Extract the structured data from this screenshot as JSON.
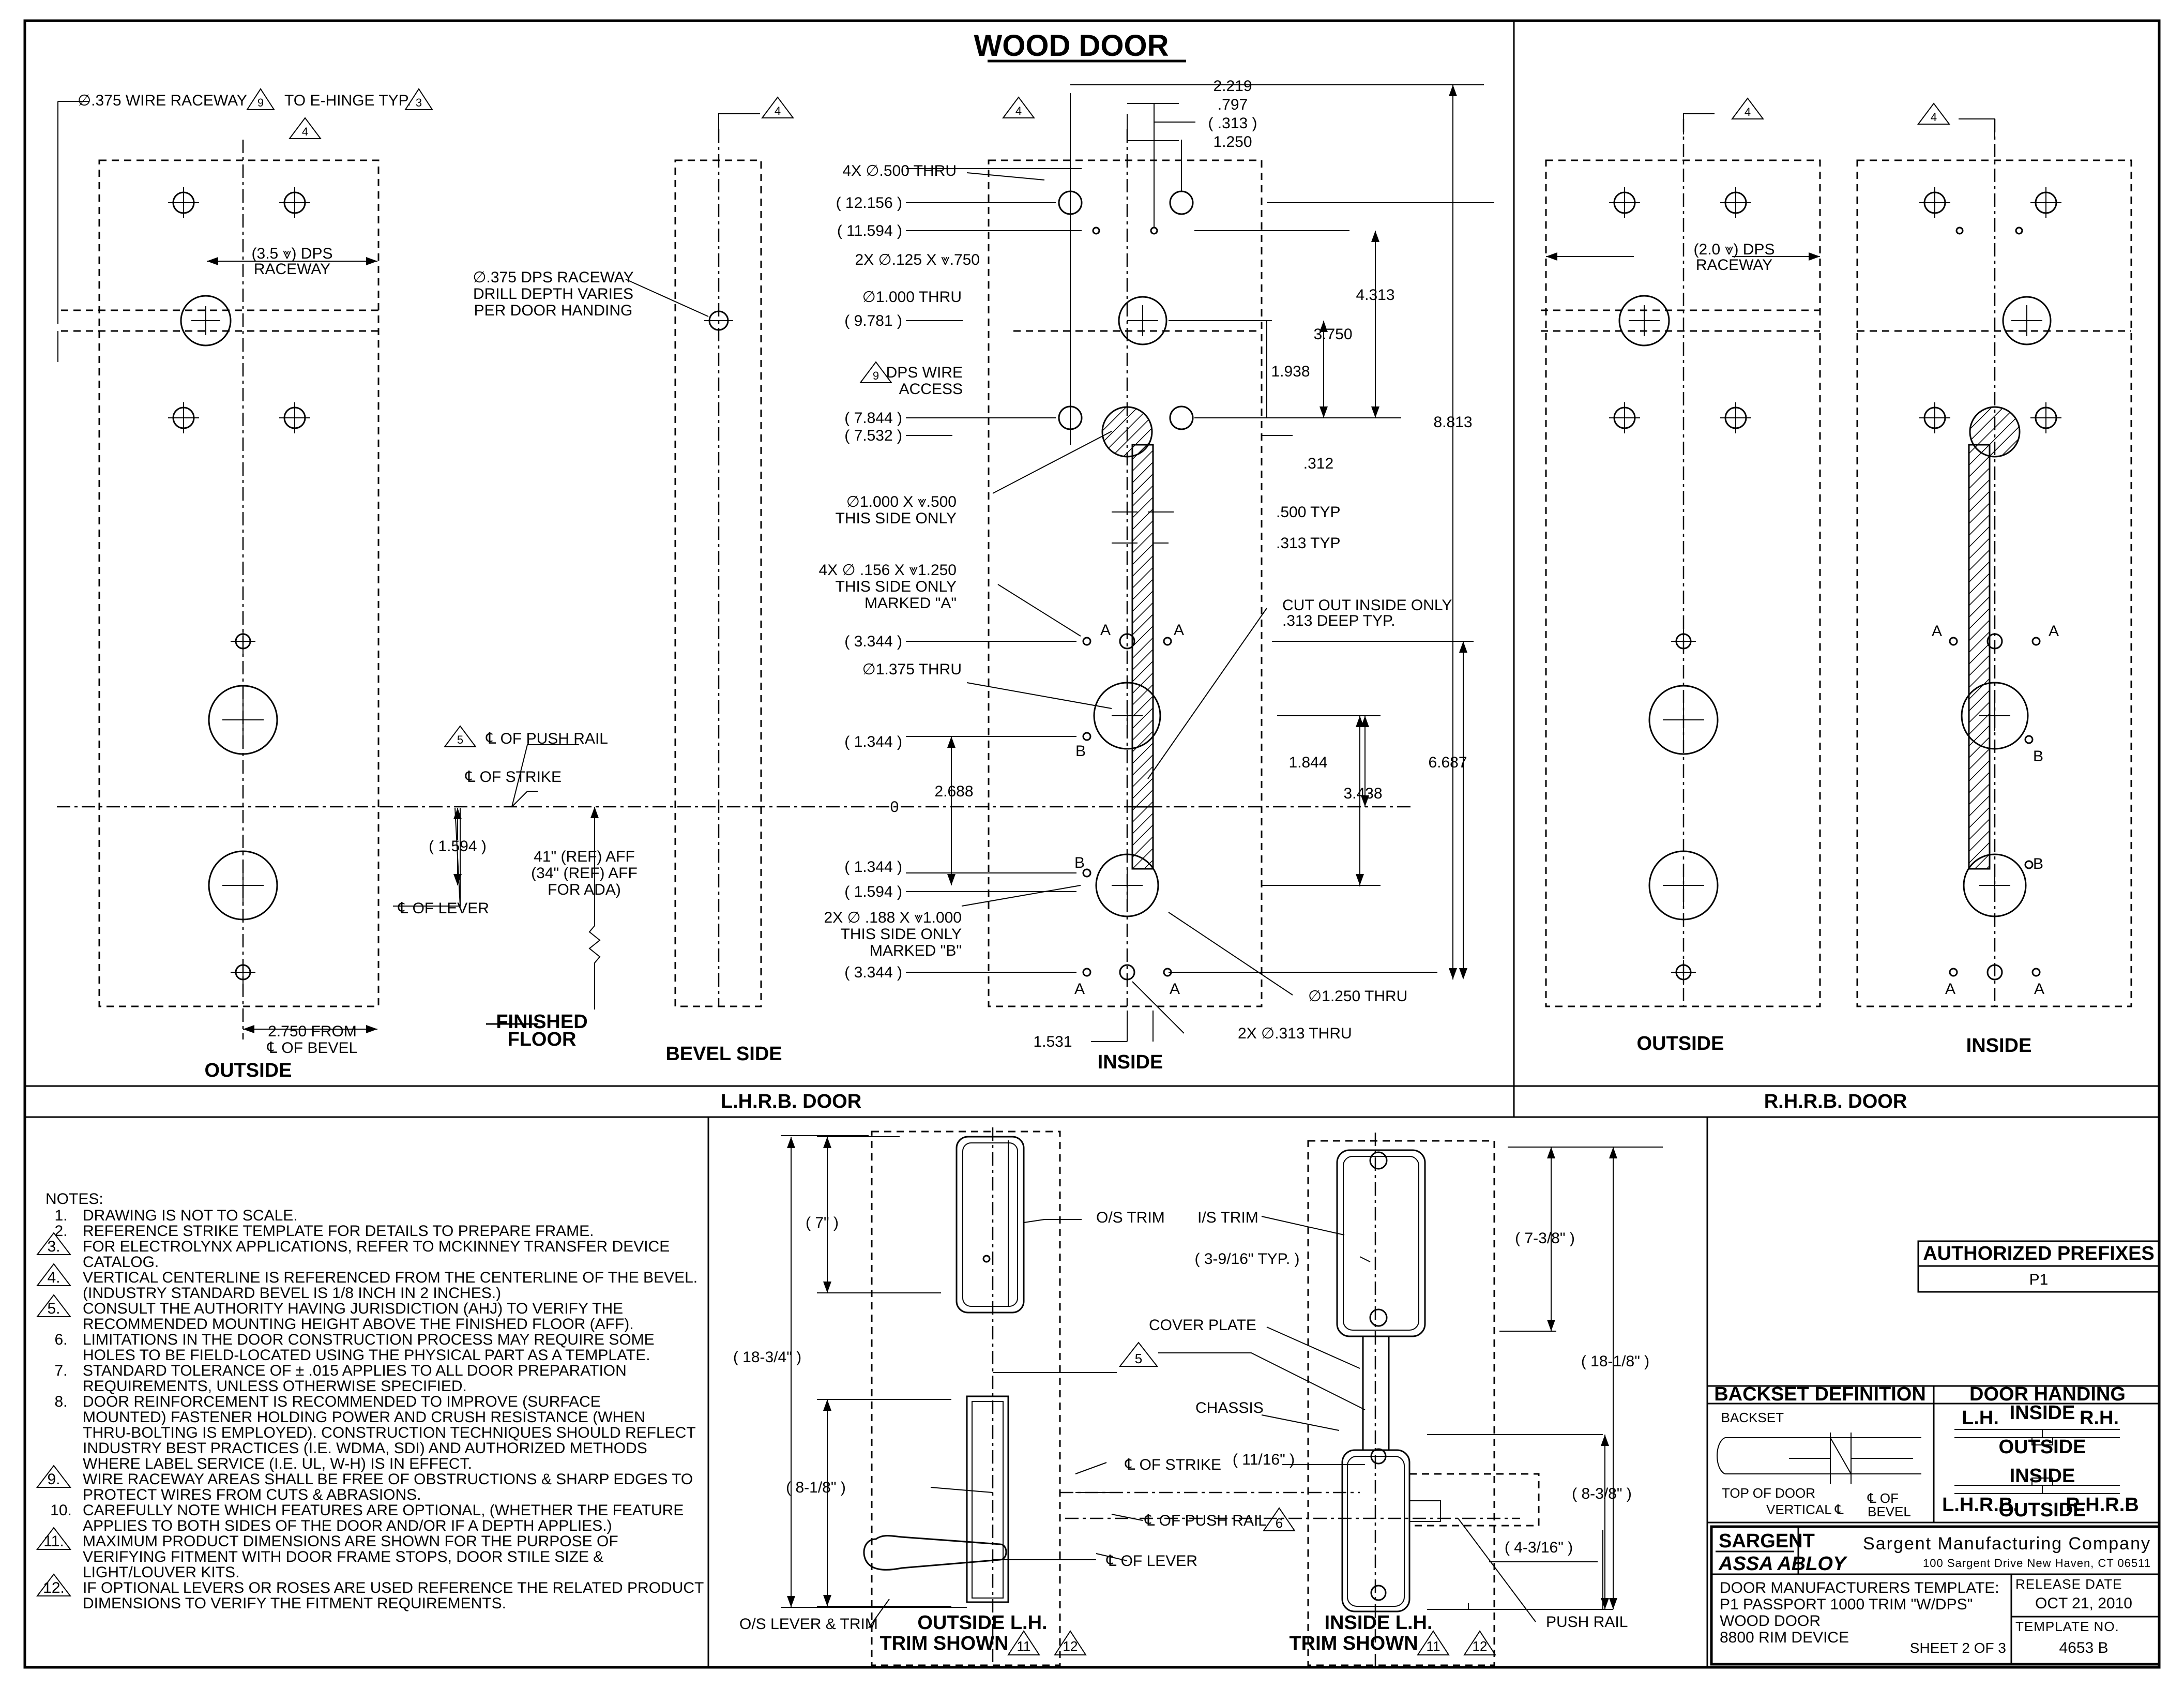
{
  "title": "WOOD DOOR",
  "sections": {
    "lhrb": "L.H.R.B. DOOR",
    "rhrb": "R.H.R.B. DOOR"
  },
  "views": {
    "outside": "OUTSIDE",
    "bevel_side": "BEVEL SIDE",
    "inside": "INSIDE",
    "rh_outside": "OUTSIDE",
    "rh_inside": "INSIDE"
  },
  "outside_view": {
    "wire_raceway": "∅.375 WIRE RACEWAY",
    "wire_raceway_note": "9",
    "to_ehinge": "TO E-HINGE TYP.",
    "to_ehinge_note": "3",
    "cl_note": "4",
    "dps_raceway_line1": "(3.5 ⩔) DPS",
    "dps_raceway_line2": "RACEWAY",
    "backset_line1": "2.750 FROM",
    "backset_line2": "℄ OF BEVEL"
  },
  "bevel_view": {
    "cl_note": "4",
    "dps_line1": "∅.375 DPS RACEWAY",
    "dps_line2": "DRILL DEPTH VARIES",
    "dps_line3": "PER DOOR HANDING",
    "push_rail_note": "5",
    "cl_push_rail": "℄ OF PUSH RAIL",
    "cl_strike": "℄ OF STRIKE",
    "dim_1594": "( 1.594 )",
    "cl_lever": "℄ OF LEVER",
    "aff_line1": "41\" (REF) AFF",
    "aff_line2": "(34\" (REF) AFF",
    "aff_line3": "FOR ADA)",
    "finished_floor_1": "FINISHED",
    "finished_floor_2": "FLOOR"
  },
  "inside_view": {
    "cl_note": "4",
    "top_dims": [
      "2.219",
      ".797",
      "( .313 )",
      "1.250"
    ],
    "hole_4x": "4X ∅.500 THRU",
    "y_12156": "( 12.156 )",
    "y_11594": "( 11.594 )",
    "hole_2x_125": "2X ∅.125 X ⩔.750",
    "hole_1000": "∅1.000 THRU",
    "y_9781": "( 9.781 )",
    "dps_wire_note": "9",
    "dps_wire_1": "DPS WIRE",
    "dps_wire_2": "ACCESS",
    "y_7844": "( 7.844 )",
    "y_7532": "( 7.532 )",
    "hole_1000_500_1": "∅1.000 X ⩔.500",
    "hole_1000_500_2": "THIS SIDE ONLY",
    "hole_156_1": "4X ∅ .156 X ⩔1.250",
    "hole_156_2": "THIS SIDE ONLY",
    "hole_156_3": "MARKED \"A\"",
    "y_3344a": "( 3.344 )",
    "hole_1375": "∅1.375 THRU",
    "y_1344a": "( 1.344 )",
    "dim_2688": "2.688",
    "zero": "0",
    "y_1344b": "( 1.344 )",
    "y_1594": "( 1.594 )",
    "hole_188_1": "2X ∅ .188 X ⩔1.000",
    "hole_188_2": "THIS SIDE ONLY",
    "hole_188_3": "MARKED \"B\"",
    "y_3344b": "( 3.344 )",
    "dim_1531": "1.531",
    "dim_4313": "4.313",
    "dim_3750": "3.750",
    "dim_1938": "1.938",
    "dim_312": ".312",
    "dim_8813": "8.813",
    "dim_500typ": ".500 TYP",
    "dim_313typ": ".313 TYP",
    "cutout_1": "CUT OUT INSIDE ONLY",
    "cutout_2": ".313 DEEP TYP.",
    "dim_1844": "1.844",
    "dim_6687": "6.687",
    "dim_3438": "3.438",
    "hole_1250": "∅1.250 THRU",
    "hole_313": "2X ∅.313 THRU",
    "mark_a": "A",
    "mark_b": "B"
  },
  "rh_view": {
    "cl_note": "4",
    "dps_line1": "(2.0 ⩔) DPS",
    "dps_line2": "RACEWAY"
  },
  "notes": {
    "heading": "NOTES:",
    "items": [
      {
        "num": "1.",
        "tri": false,
        "lines": [
          "DRAWING IS NOT TO SCALE."
        ]
      },
      {
        "num": "2.",
        "tri": false,
        "lines": [
          "REFERENCE STRIKE TEMPLATE FOR DETAILS TO PREPARE FRAME."
        ]
      },
      {
        "num": "3.",
        "tri": true,
        "lines": [
          "FOR ELECTROLYNX APPLICATIONS, REFER TO MCKINNEY TRANSFER DEVICE",
          "CATALOG."
        ]
      },
      {
        "num": "4.",
        "tri": true,
        "lines": [
          "VERTICAL CENTERLINE IS REFERENCED FROM THE CENTERLINE OF THE BEVEL.",
          "(INDUSTRY STANDARD BEVEL IS 1/8 INCH IN 2 INCHES.)"
        ]
      },
      {
        "num": "5.",
        "tri": true,
        "lines": [
          "CONSULT THE AUTHORITY HAVING JURISDICTION (AHJ) TO VERIFY THE",
          "RECOMMENDED MOUNTING HEIGHT ABOVE THE FINISHED FLOOR (AFF)."
        ]
      },
      {
        "num": "6.",
        "tri": false,
        "lines": [
          "LIMITATIONS IN THE DOOR CONSTRUCTION PROCESS MAY REQUIRE SOME",
          "HOLES TO BE FIELD-LOCATED USING THE PHYSICAL PART AS A TEMPLATE."
        ]
      },
      {
        "num": "7.",
        "tri": false,
        "lines": [
          "STANDARD TOLERANCE OF ± .015 APPLIES TO ALL DOOR PREPARATION",
          "REQUIREMENTS, UNLESS OTHERWISE SPECIFIED."
        ]
      },
      {
        "num": "8.",
        "tri": false,
        "lines": [
          "DOOR REINFORCEMENT IS RECOMMENDED TO IMPROVE (SURFACE",
          "MOUNTED) FASTENER HOLDING POWER AND CRUSH RESISTANCE (WHEN",
          "THRU-BOLTING IS EMPLOYED). CONSTRUCTION TECHNIQUES SHOULD REFLECT",
          "INDUSTRY BEST PRACTICES (I.E. WDMA, SDI) AND AUTHORIZED METHODS",
          "WHERE LABEL SERVICE (I.E. UL, W-H) IS IN EFFECT."
        ]
      },
      {
        "num": "9.",
        "tri": true,
        "lines": [
          "WIRE RACEWAY AREAS SHALL BE FREE OF OBSTRUCTIONS & SHARP EDGES TO",
          "PROTECT WIRES FROM CUTS & ABRASIONS."
        ]
      },
      {
        "num": "10.",
        "tri": false,
        "lines": [
          "CAREFULLY NOTE WHICH FEATURES ARE OPTIONAL, (WHETHER THE FEATURE",
          "APPLIES TO BOTH SIDES OF THE DOOR AND/OR IF A DEPTH APPLIES.)"
        ]
      },
      {
        "num": "11.",
        "tri": true,
        "lines": [
          "MAXIMUM PRODUCT DIMENSIONS ARE SHOWN FOR THE PURPOSE OF",
          "VERIFYING FITMENT WITH DOOR FRAME STOPS, DOOR STILE SIZE &",
          "LIGHT/LOUVER KITS."
        ]
      },
      {
        "num": "12.",
        "tri": true,
        "lines": [
          "IF OPTIONAL LEVERS OR ROSES ARE USED REFERENCE THE RELATED PRODUCT",
          "DIMENSIONS TO VERIFY THE FITMENT REQUIREMENTS."
        ]
      }
    ]
  },
  "trim": {
    "dim_7": "( 7\" )",
    "os_trim": "O/S TRIM",
    "dim_18_3_4": "( 18-3/4\" )",
    "dim_8_1_8": "( 8-1/8\" )",
    "os_lever": "O/S LEVER & TRIM",
    "outside_lh_1": "OUTSIDE L.H.",
    "outside_lh_2": "TRIM SHOWN",
    "note_11": "11",
    "note_12": "12",
    "note_5": "5",
    "is_trim": "I/S TRIM",
    "dim_3_9_16": "( 3-9/16\" TYP. )",
    "cover_plate": "COVER PLATE",
    "chassis": "CHASSIS",
    "dim_11_16": "( 11/16\" )",
    "cl_strike": "℄ OF STRIKE",
    "cl_push_rail": "℄ OF PUSH RAIL",
    "push_rail_note": "6",
    "cl_lever": "℄ OF LEVER",
    "dim_7_3_8": "( 7-3/8\" )",
    "dim_18_1_8": "( 18-1/8\" )",
    "dim_8_3_8": "( 8-3/8\" )",
    "dim_4_3_16": "( 4-3/16\" )",
    "push_rail": "PUSH RAIL",
    "inside_lh_1": "INSIDE L.H.",
    "inside_lh_2": "TRIM SHOWN"
  },
  "prefixes": {
    "header": "AUTHORIZED PREFIXES",
    "value": "P1"
  },
  "backset": {
    "header": "BACKSET DEFINITION",
    "backset": "BACKSET",
    "top_of_door": "TOP OF DOOR",
    "vertical": "VERTICAL ℄",
    "cl_of": "℄ OF",
    "bevel": "BEVEL"
  },
  "handing": {
    "header": "DOOR HANDING",
    "lh": "L.H.",
    "rh": "R.H.",
    "inside1": "INSIDE",
    "outside1": "OUTSIDE",
    "inside2": "INSIDE",
    "lhrb": "L.H.R.B.",
    "outside2": "OUTSIDE",
    "rhrb": "R.H.R.B"
  },
  "title_block": {
    "brand": "SARGENT",
    "parent": "ASSA ABLOY",
    "company": "Sargent Manufacturing Company",
    "address": "100 Sargent Drive New Haven, CT 06511",
    "desc1": "DOOR MANUFACTURERS TEMPLATE:",
    "desc2": "P1 PASSPORT 1000 TRIM \"W/DPS\"",
    "desc3": "WOOD DOOR",
    "desc4": "8800 RIM DEVICE",
    "release_label": "RELEASE DATE",
    "release_date": "OCT 21, 2010",
    "template_label": "TEMPLATE NO.",
    "template_no": "4653 B",
    "sheet": "SHEET 2 OF 3"
  }
}
